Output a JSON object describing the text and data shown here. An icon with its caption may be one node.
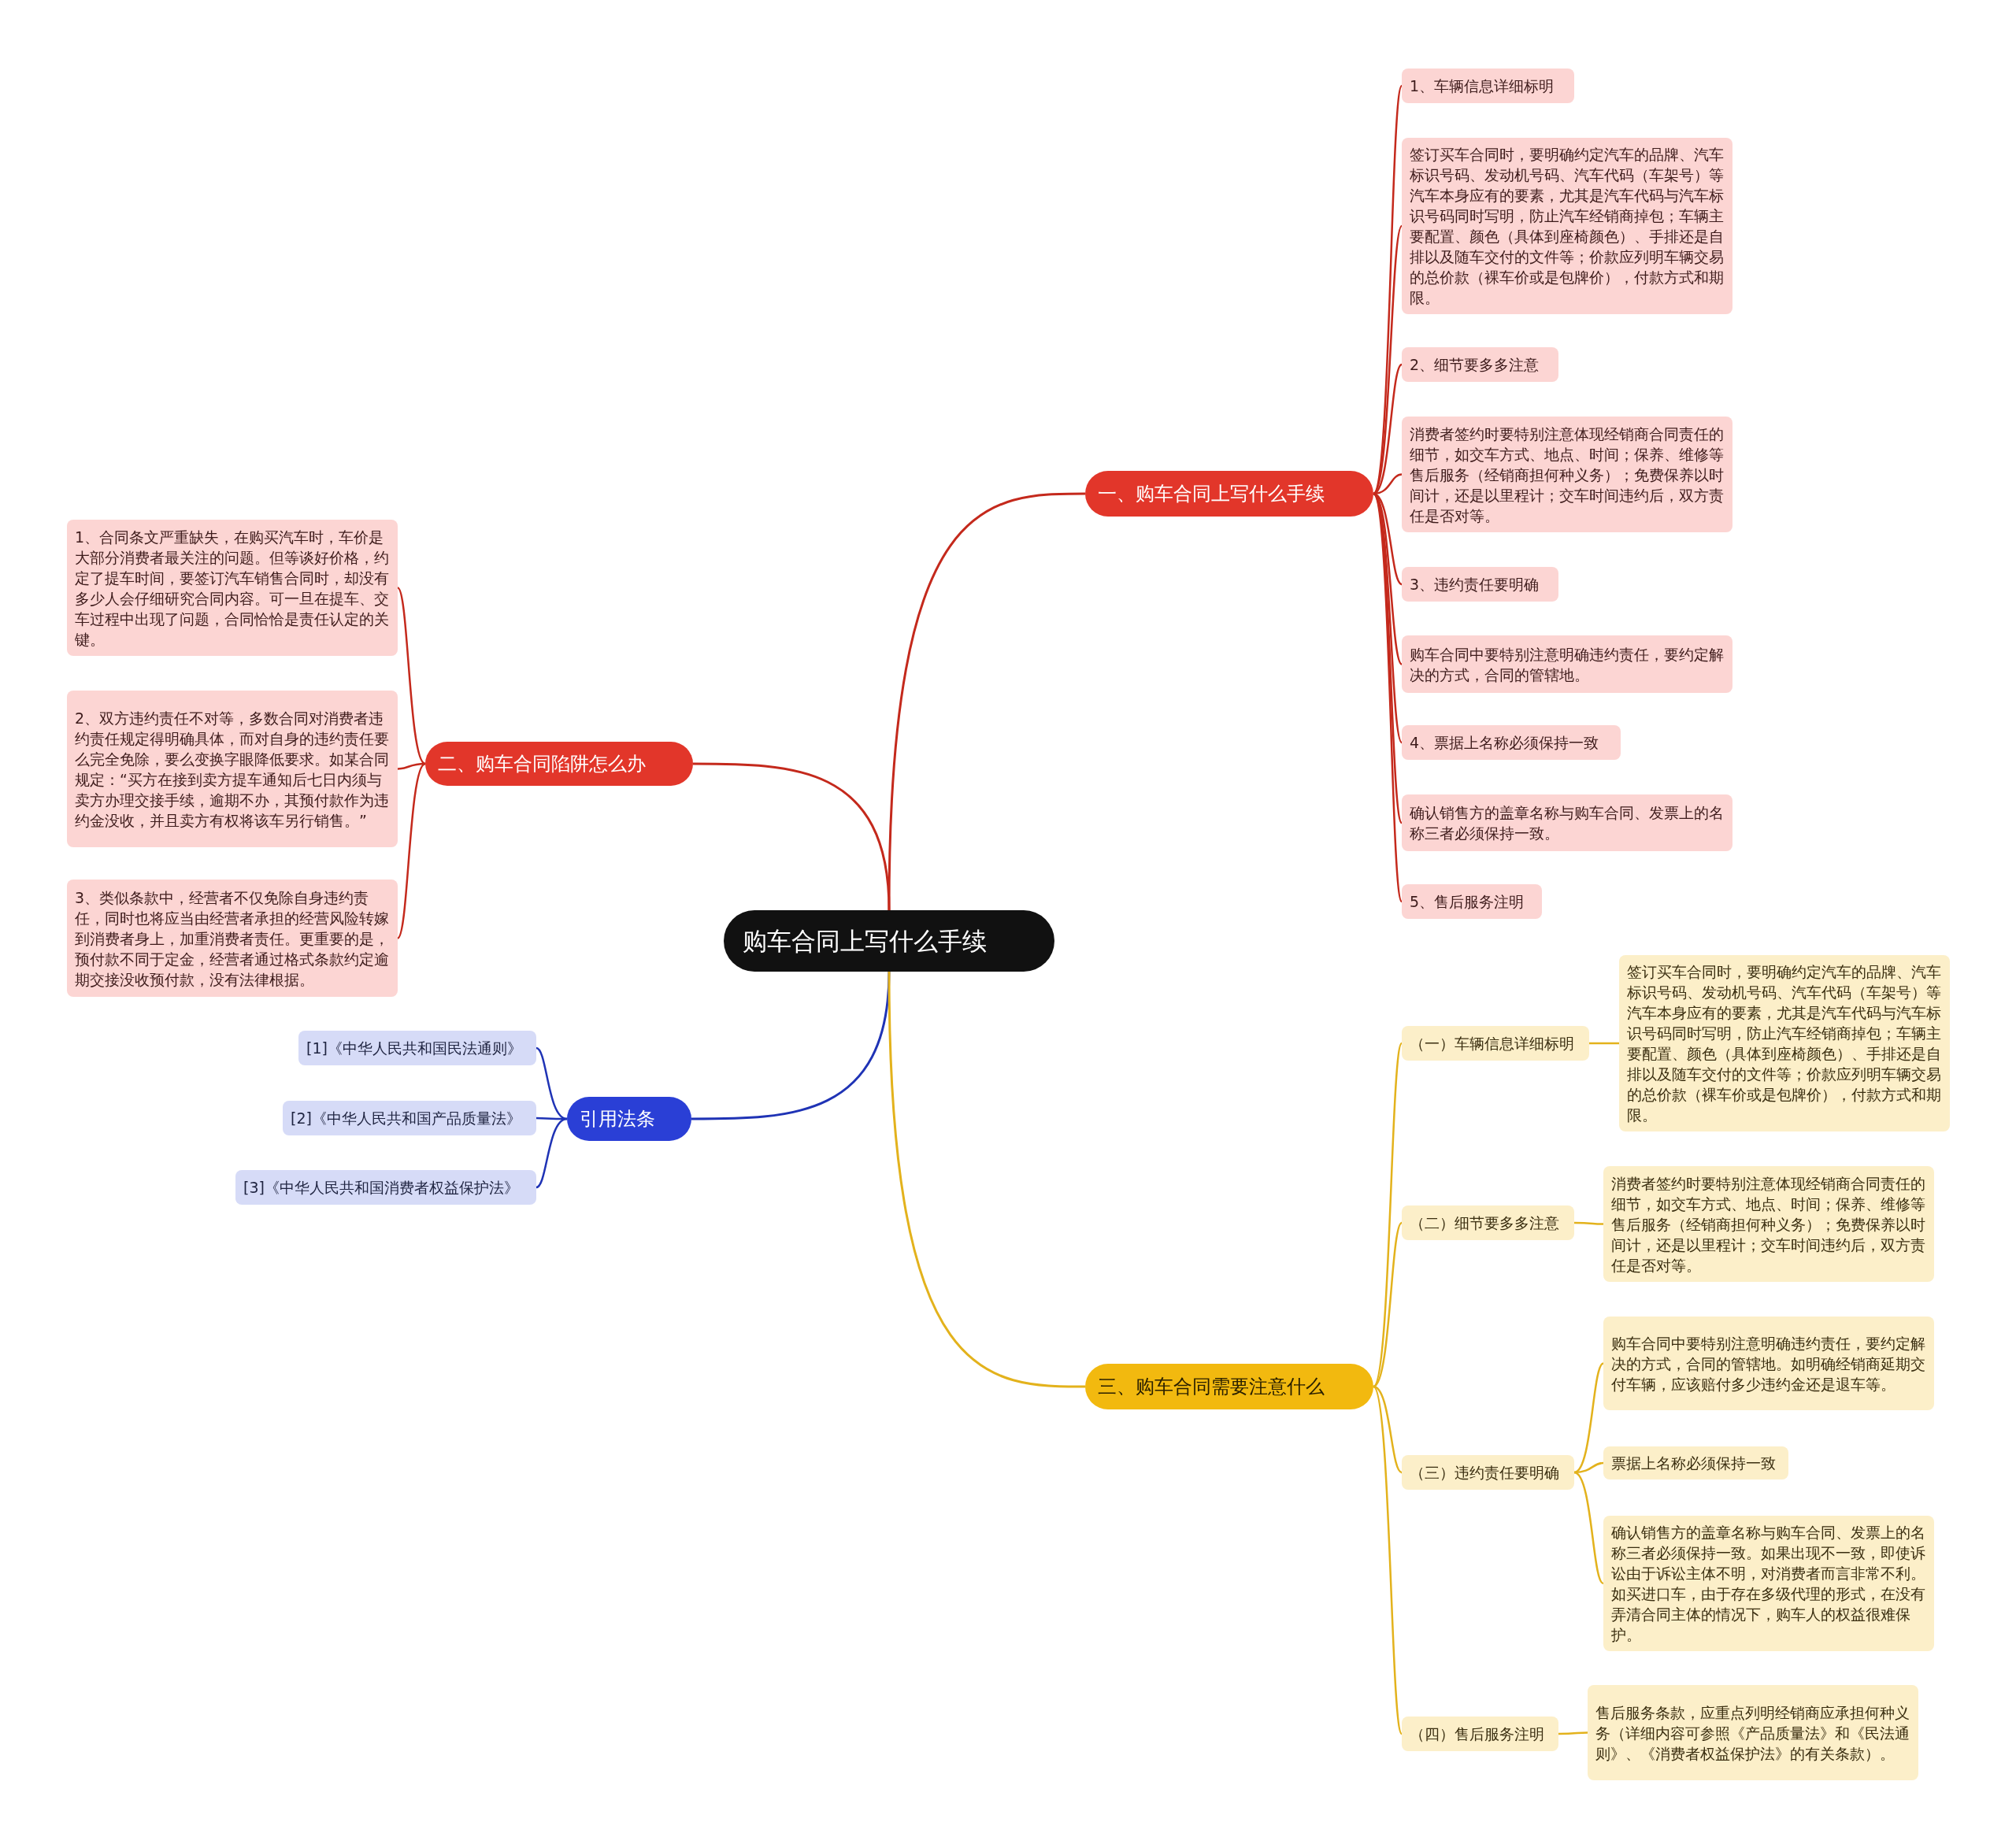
{
  "diagram": {
    "nodes": [
      {
        "text": [
          "购车合同上写什么手续"
        ]
      },
      {
        "text": [
          "一、购车合同上写什么手续"
        ]
      },
      {
        "text": [
          "1、车辆信息详细标明"
        ]
      },
      {
        "text": [
          "签订买车合同时，要明确约定汽车的品牌、汽车标识号码、发动机号码、汽车代码（车架号）等汽车本身应有的要素，尤其是汽车代码与汽车标识号码同时写明，防止汽车经销商掉包；车辆主要配置、颜色（具体到座椅颜色）、手排还是自排以及随车交付的文件等；价款应列明车辆交易的总价款（裸车价或是包牌价），付款方式和期限。"
        ]
      },
      {
        "text": [
          "2、细节要多多注意"
        ]
      },
      {
        "text": [
          "消费者签约时要特别注意体现经销商合同责任的细节，如交车方式、地点、时间；保养、维修等售后服务（经销商担何种义务）；免费保养以时间计，还是以里程计；交车时间违约后，双方责任是否对等。"
        ]
      },
      {
        "text": [
          "3、违约责任要明确"
        ]
      },
      {
        "text": [
          "购车合同中要特别注意明确违约责任，要约定解决的方式，合同的管辖地。"
        ]
      },
      {
        "text": [
          "4、票据上名称必须保持一致"
        ]
      },
      {
        "text": [
          "确认销售方的盖章名称与购车合同、发票上的名称三者必须保持一致。"
        ]
      },
      {
        "text": [
          "5、售后服务注明"
        ]
      },
      {
        "text": [
          "二、购车合同陷阱怎么办"
        ]
      },
      {
        "text": [
          "1、合同条文严重缺失，在购买汽车时，车价是大部分消费者最关注的问题。但等谈好价格，约定了提车时间，要签订汽车销售合同时，却没有多少人会仔细研究合同内容。可一旦在提车、交车过程中出现了问题，合同恰恰是责任认定的关键。"
        ]
      },
      {
        "text": [
          "2、双方违约责任不对等，多数合同对消费者违约责任规定得明确具体，而对自身的违约责任要么完全免除，要么变换字眼降低要求。如某合同规定：“买方在接到卖方提车通知后七日内须与卖方办理交接手续，逾期不办，其预付款作为违约金没收，并且卖方有权将该车另行销售。”"
        ]
      },
      {
        "text": [
          "3、类似条款中，经营者不仅免除自身违约责任，同时也将应当由经营者承担的经营风险转嫁到消费者身上，加重消费者责任。更重要的是，预付款不同于定金，经营者通过格式条款约定逾期交接没收预付款，没有法律根据。"
        ]
      },
      {
        "text": [
          "引用法条"
        ]
      },
      {
        "text": [
          "[1]《中华人民共和国民法通则》"
        ]
      },
      {
        "text": [
          "[2]《中华人民共和国产品质量法》"
        ]
      },
      {
        "text": [
          "[3]《中华人民共和国消费者权益保护法》"
        ]
      },
      {
        "text": [
          "三、购车合同需要注意什么"
        ]
      },
      {
        "text": [
          "（一）车辆信息详细标明"
        ]
      },
      {
        "text": [
          "签订买车合同时，要明确约定汽车的品牌、汽车标识号码、发动机号码、汽车代码（车架号）等汽车本身应有的要素，尤其是汽车代码与汽车标识号码同时写明，防止汽车经销商掉包；车辆主要配置、颜色（具体到座椅颜色）、手排还是自排以及随车交付的文件等；价款应列明车辆交易的总价款（裸车价或是包牌价），付款方式和期限。"
        ]
      },
      {
        "text": [
          "（二）细节要多多注意"
        ]
      },
      {
        "text": [
          "消费者签约时要特别注意体现经销商合同责任的细节，如交车方式、地点、时间；保养、维修等售后服务（经销商担何种义务）；免费保养以时间计，还是以里程计；交车时间违约后，双方责任是否对等。"
        ]
      },
      {
        "text": [
          "（三）违约责任要明确"
        ]
      },
      {
        "text": [
          "购车合同中要特别注意明确违约责任，要约定解决的方式，合同的管辖地。如明确经销商延期交付车辆，应该赔付多少违约金还是退车等。"
        ]
      },
      {
        "text": [
          "票据上名称必须保持一致"
        ]
      },
      {
        "text": [
          "确认销售方的盖章名称与购车合同、发票上的名称三者必须保持一致。如果出现不一致，即使诉讼由于诉讼主体不明，对消费者而言非常不利。如买进口车，由于存在多级代理的形式，在没有弄清合同主体的情况下，购车人的权益很难保护。"
        ]
      },
      {
        "text": [
          "（四）售后服务注明"
        ]
      },
      {
        "text": [
          "售后服务条款，应重点列明经销商应承担何种义务（详细内容可参照《产品质量法》和《民法通则》、《消费者权益保护法》的有关条款）。"
        ]
      }
    ],
    "edges": [
      {
        "from": 0,
        "to": 1,
        "arrow": "none"
      },
      {
        "from": 1,
        "to": 2,
        "arrow": "none"
      },
      {
        "from": 1,
        "to": 3,
        "arrow": "none"
      },
      {
        "from": 1,
        "to": 4,
        "arrow": "none"
      },
      {
        "from": 1,
        "to": 5,
        "arrow": "none"
      },
      {
        "from": 1,
        "to": 6,
        "arrow": "none"
      },
      {
        "from": 1,
        "to": 7,
        "arrow": "none"
      },
      {
        "from": 1,
        "to": 8,
        "arrow": "none"
      },
      {
        "from": 1,
        "to": 9,
        "arrow": "none"
      },
      {
        "from": 1,
        "to": 10,
        "arrow": "none"
      },
      {
        "from": 0,
        "to": 11,
        "arrow": "none"
      },
      {
        "from": 11,
        "to": 12,
        "arrow": "none"
      },
      {
        "from": 11,
        "to": 13,
        "arrow": "none"
      },
      {
        "from": 11,
        "to": 14,
        "arrow": "none"
      },
      {
        "from": 0,
        "to": 15,
        "arrow": "none",
        "color": "#1f33b5"
      },
      {
        "from": 15,
        "to": 16,
        "arrow": "none",
        "color": "#1f33b5"
      },
      {
        "from": 15,
        "to": 17,
        "arrow": "none",
        "color": "#1f33b5"
      },
      {
        "from": 15,
        "to": 18,
        "arrow": "none",
        "color": "#1f33b5"
      },
      {
        "from": 0,
        "to": 19,
        "arrow": "none",
        "color": "#e3b21c"
      },
      {
        "from": 19,
        "to": 20,
        "arrow": "none",
        "color": "#e3b21c"
      },
      {
        "from": 20,
        "to": 21,
        "arrow": "none",
        "color": "#e3b21c"
      },
      {
        "from": 19,
        "to": 22,
        "arrow": "none",
        "color": "#e3b21c"
      },
      {
        "from": 22,
        "to": 23,
        "arrow": "none",
        "color": "#e3b21c"
      },
      {
        "from": 19,
        "to": 24,
        "arrow": "none",
        "color": "#e3b21c"
      },
      {
        "from": 24,
        "to": 25,
        "arrow": "none",
        "color": "#e3b21c"
      },
      {
        "from": 24,
        "to": 26,
        "arrow": "none",
        "color": "#e3b21c"
      },
      {
        "from": 24,
        "to": 27,
        "arrow": "none",
        "color": "#e3b21c"
      },
      {
        "from": 19,
        "to": 28,
        "arrow": "none",
        "color": "#e3b21c"
      },
      {
        "from": 28,
        "to": 29,
        "arrow": "none",
        "color": "#e3b21c"
      }
    ]
  }
}
